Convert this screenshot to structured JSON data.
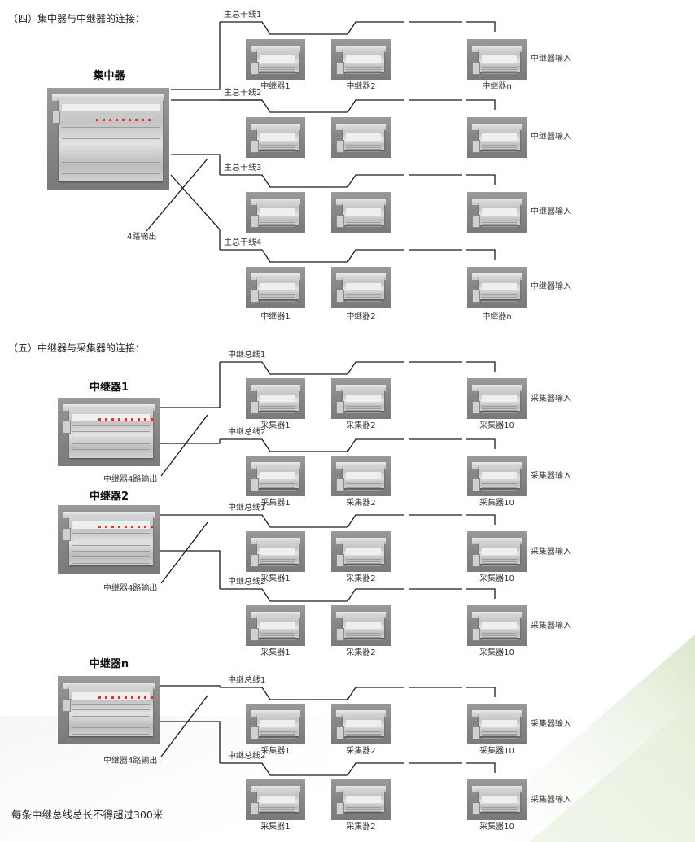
{
  "sec4_title": "（四）集中器与中继器的连接：",
  "sec5_title": "（五）中继器与采集器的连接：",
  "concentrator": "集中器",
  "out4": "4路输出",
  "trunks": [
    "主总干线1",
    "主总干线2",
    "主总干线3",
    "主总干线4"
  ],
  "repeaters": [
    "中继器1",
    "中继器2",
    "中继器n"
  ],
  "rep_names": [
    "中继器1",
    "中继器2",
    "中继器n"
  ],
  "rep_input": "中继器输入",
  "rep_out4": "中继器4路输出",
  "buses": [
    "中继总线1",
    "中继总线2"
  ],
  "collectors": [
    "采集器1",
    "采集器2",
    "采集器10"
  ],
  "col_input": "采集器输入",
  "note": "每条中继总线总长不得超过300米",
  "colors": {
    "line": "#1a1a1a",
    "device": "#8c8c8c",
    "accent_bg": "#e3eed7"
  }
}
